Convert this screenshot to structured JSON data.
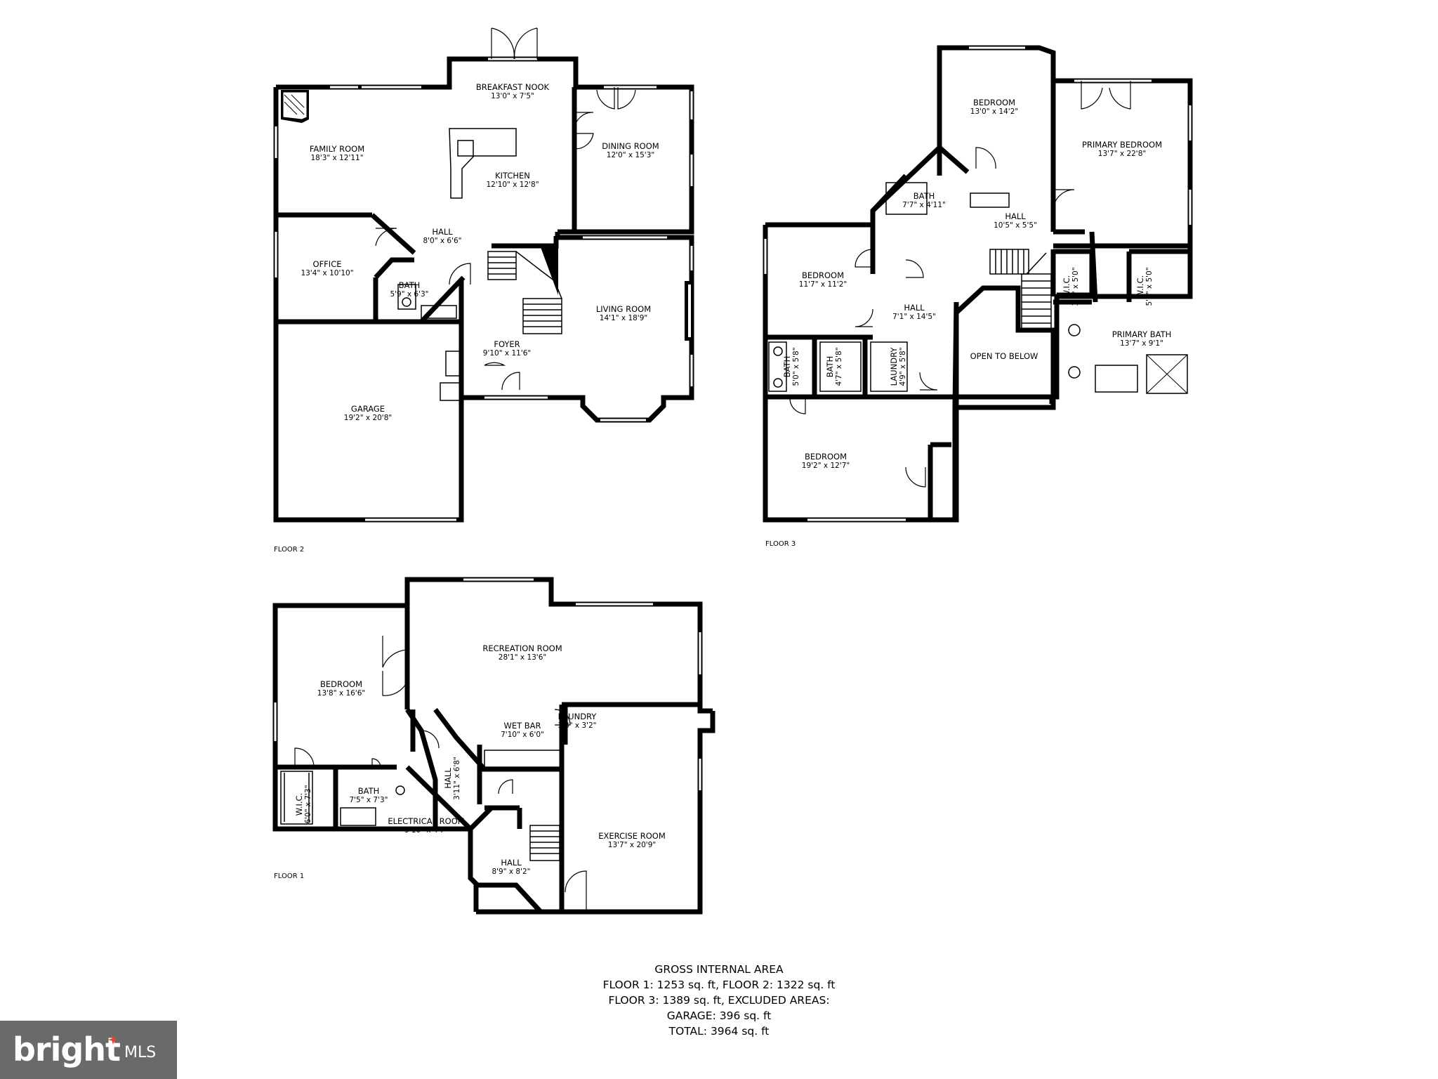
{
  "floors": [
    {
      "label": "FLOOR 2",
      "rooms": [
        {
          "name": "BREAKFAST NOOK",
          "dim": "13'0\" x 7'5\""
        },
        {
          "name": "FAMILY ROOM",
          "dim": "18'3\" x 12'11\""
        },
        {
          "name": "DINING ROOM",
          "dim": "12'0\" x 15'3\""
        },
        {
          "name": "KITCHEN",
          "dim": "12'10\" x 12'8\""
        },
        {
          "name": "HALL",
          "dim": "8'0\" x 6'6\""
        },
        {
          "name": "OFFICE",
          "dim": "13'4\" x 10'10\""
        },
        {
          "name": "BATH",
          "dim": "5'9\" x 6'3\""
        },
        {
          "name": "LIVING ROOM",
          "dim": "14'1\" x 18'9\""
        },
        {
          "name": "FOYER",
          "dim": "9'10\" x 11'6\""
        },
        {
          "name": "GARAGE",
          "dim": "19'2\" x 20'8\""
        }
      ]
    },
    {
      "label": "FLOOR 3",
      "rooms": [
        {
          "name": "BEDROOM",
          "dim": "13'0\" x 14'2\""
        },
        {
          "name": "PRIMARY BEDROOM",
          "dim": "13'7\" x 22'8\""
        },
        {
          "name": "BATH",
          "dim": "7'7\" x 4'11\""
        },
        {
          "name": "HALL",
          "dim": "10'5\" x 5'5\""
        },
        {
          "name": "BEDROOM",
          "dim": "11'7\" x 11'2\""
        },
        {
          "name": "HALL",
          "dim": "7'1\" x 14'5\""
        },
        {
          "name": "W.I.C.",
          "dim": "3'4\" x 5'0\""
        },
        {
          "name": "W.I.C.",
          "dim": "5'5\" x 5'0\""
        },
        {
          "name": "PRIMARY BATH",
          "dim": "13'7\" x 9'1\""
        },
        {
          "name": "OPEN TO BELOW",
          "dim": ""
        },
        {
          "name": "BATH",
          "dim": "5'0\" x 5'8\""
        },
        {
          "name": "BATH",
          "dim": "4'7\" x 5'8\""
        },
        {
          "name": "LAUNDRY",
          "dim": "4'9\" x 5'8\""
        },
        {
          "name": "BEDROOM",
          "dim": "19'2\" x 12'7\""
        }
      ]
    },
    {
      "label": "FLOOR 1",
      "rooms": [
        {
          "name": "RECREATION ROOM",
          "dim": "28'1\" x 13'6\""
        },
        {
          "name": "BEDROOM",
          "dim": "13'8\" x 16'6\""
        },
        {
          "name": "WET BAR",
          "dim": "7'10\" x 6'0\""
        },
        {
          "name": "LAUNDRY",
          "dim": "3'8\" x 3'2\""
        },
        {
          "name": "HALL",
          "dim": "3'11\" x 6'8\""
        },
        {
          "name": "W.I.C.",
          "dim": "6'0\" x 7'3\""
        },
        {
          "name": "BATH",
          "dim": "7'5\" x 7'3\""
        },
        {
          "name": "ELECTRICAL ROOM",
          "dim": "5'10\" x 4'7\""
        },
        {
          "name": "EXERCISE ROOM",
          "dim": "13'7\" x 20'9\""
        },
        {
          "name": "HALL",
          "dim": "8'9\" x 8'2\""
        }
      ]
    }
  ],
  "area_summary": {
    "title": "GROSS INTERNAL AREA",
    "line1": "FLOOR 1: 1253 sq. ft, FLOOR 2: 1322 sq. ft",
    "line2": "FLOOR 3: 1389 sq. ft, EXCLUDED AREAS:",
    "line3": "GARAGE: 396 sq. ft",
    "line4": "TOTAL: 3964 sq. ft"
  },
  "watermark": {
    "brand": "bright",
    "suffix": "MLS",
    "colors": {
      "bg": "#6a6a6a",
      "dot": "#e8412c"
    }
  }
}
